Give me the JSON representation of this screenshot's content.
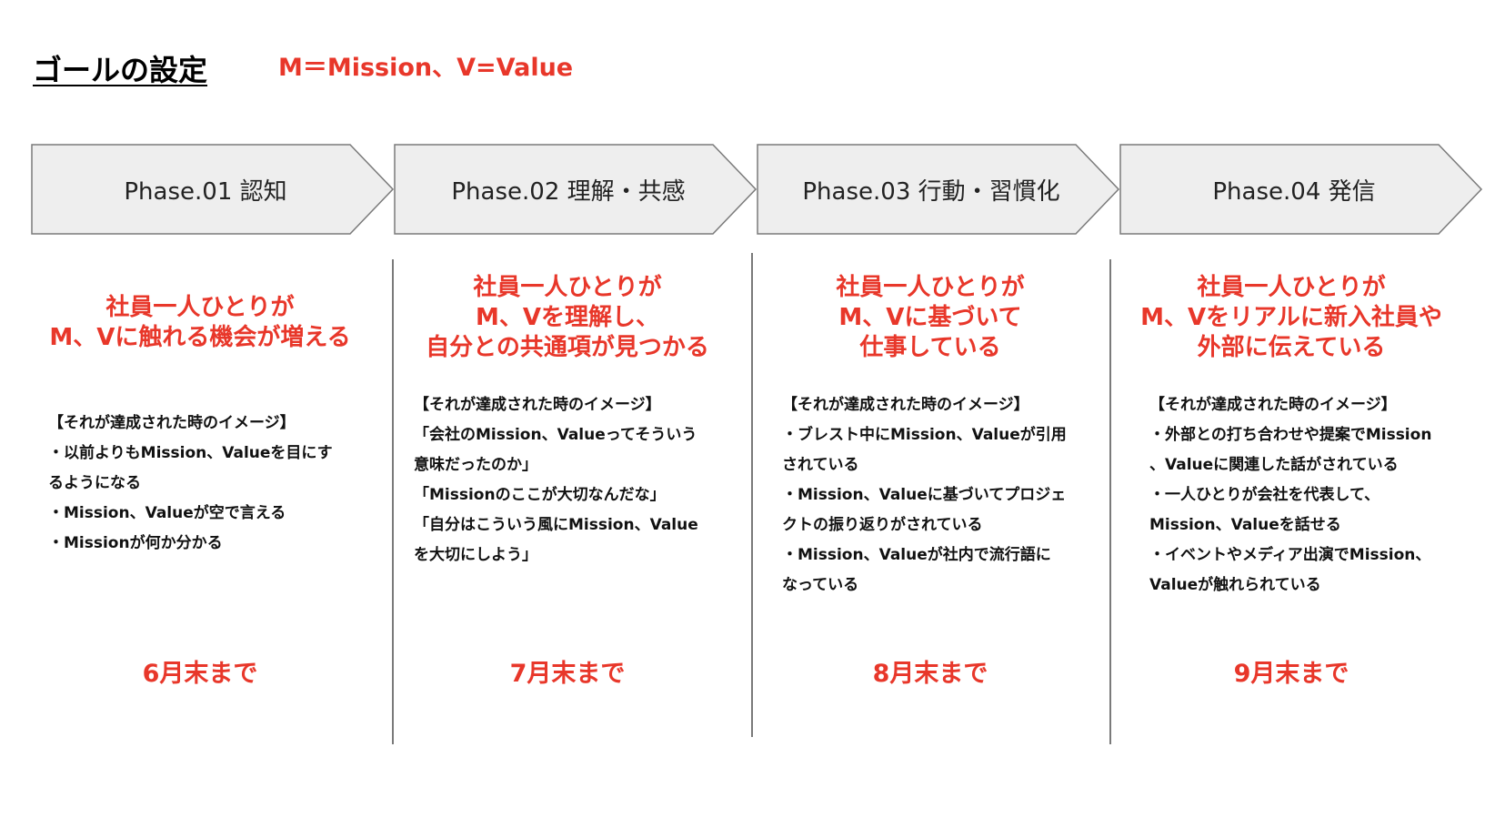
{
  "title": "ゴールの設定",
  "subtitle": "M＝Mission、V=Value",
  "colors": {
    "accent": "#e8372a",
    "phase_fill": "#eeeeee",
    "phase_stroke": "#7a7a7a"
  },
  "phases": [
    {
      "label": "Phase.01 認知",
      "goal": [
        "社員一人ひとりが",
        "M、Vに触れる機会が増える"
      ],
      "detail": [
        "【それが達成された時のイメージ】",
        "・以前よりもMission、Valueを目にす",
        "るようになる",
        "・Mission、Valueが空で言える",
        "・Missionが何か分かる"
      ],
      "deadline": "6月末まで"
    },
    {
      "label": "Phase.02 理解・共感",
      "goal": [
        "社員一人ひとりが",
        "M、Vを理解し、",
        "自分との共通項が見つかる"
      ],
      "detail": [
        "【それが達成された時のイメージ】",
        "「会社のMission、Valueってそういう",
        "意味だったのか」",
        "「Missionのここが大切なんだな」",
        "「自分はこういう風にMission、Value",
        "を大切にしよう」"
      ],
      "deadline": "7月末まで"
    },
    {
      "label": "Phase.03 行動・習慣化",
      "goal": [
        "社員一人ひとりが",
        "M、Vに基づいて",
        "仕事している"
      ],
      "detail": [
        "【それが達成された時のイメージ】",
        "・ブレスト中にMission、Valueが引用",
        "されている",
        "・Mission、Valueに基づいてプロジェ",
        "クトの振り返りがされている",
        "・Mission、Valueが社内で流行語に",
        "なっている"
      ],
      "deadline": "8月末まで"
    },
    {
      "label": "Phase.04 発信",
      "goal": [
        "社員一人ひとりが",
        "M、Vをリアルに新入社員や",
        "外部に伝えている"
      ],
      "detail": [
        "【それが達成された時のイメージ】",
        "・外部との打ち合わせや提案でMission",
        "、Valueに関連した話がされている",
        "・一人ひとりが会社を代表して、",
        "Mission、Valueを話せる",
        "・イベントやメディア出演でMission、",
        "Valueが触れられている"
      ],
      "deadline": "9月末まで"
    }
  ]
}
